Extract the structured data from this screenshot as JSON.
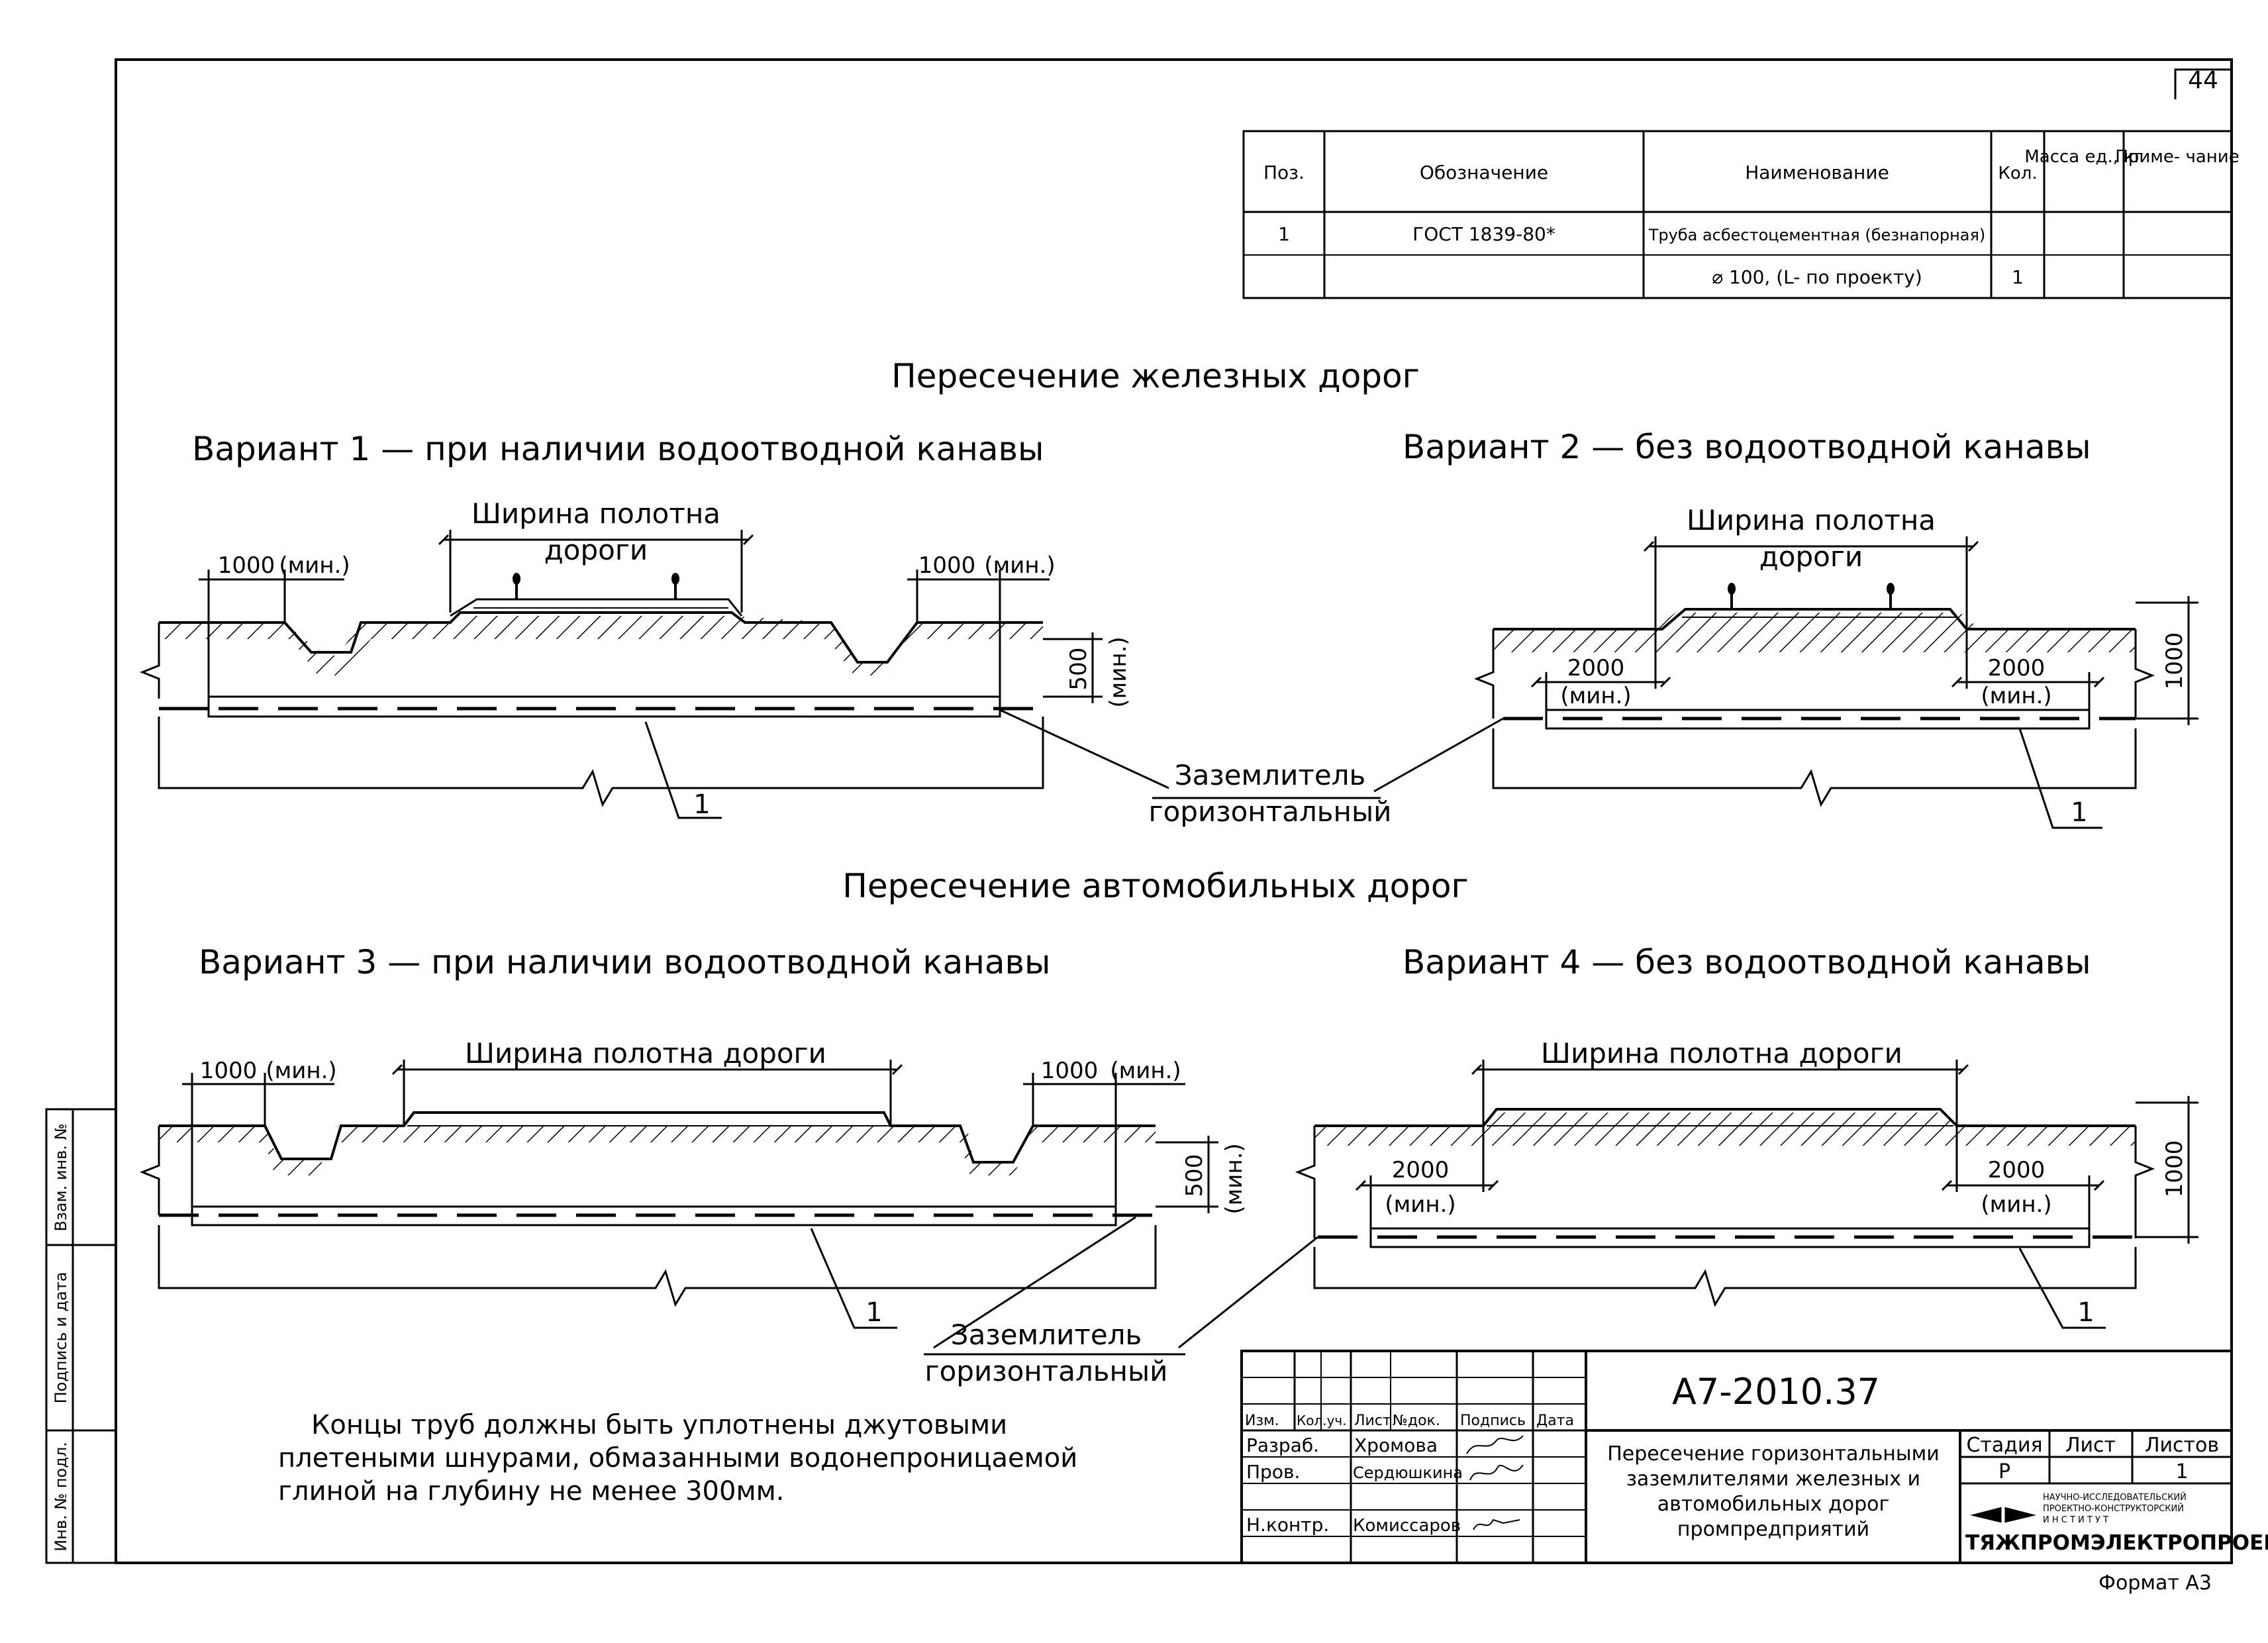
{
  "sheet_number": "44",
  "format": "Формат А3",
  "spec_table": {
    "headers": [
      "Поз.",
      "Обозначение",
      "Наименование",
      "Кол.",
      "Масса ед., кг",
      "Приме- чание"
    ],
    "rows": [
      [
        "1",
        "ГОСТ 1839-80*",
        "Труба асбестоцементная (безнапорная)",
        "",
        "",
        ""
      ],
      [
        "",
        "",
        "⌀ 100, (L- по проекту)",
        "1",
        "",
        ""
      ]
    ]
  },
  "section_rail": "Пересечение железных дорог",
  "section_road": "Пересечение автомобильных дорог",
  "v1": {
    "title": "Вариант 1 — при наличии водоотводной канавы",
    "width_label_1": "Ширина полотна",
    "width_label_2": "дороги",
    "dim_left": "1000",
    "dim_left_min": "(мин.)",
    "dim_right": "1000",
    "dim_right_min": "(мин.)",
    "dim_depth": "500",
    "dim_depth_min": "(мин.)",
    "callout": "1"
  },
  "v2": {
    "title": "Вариант 2 — без водоотводной канавы",
    "width_label_1": "Ширина полотна",
    "width_label_2": "дороги",
    "dim_left": "2000",
    "dim_left_min": "(мин.)",
    "dim_right": "2000",
    "dim_right_min": "(мин.)",
    "dim_depth": "1000",
    "callout": "1"
  },
  "grounding_1": "Заземлитель",
  "grounding_2": "горизонтальный",
  "v3": {
    "title": "Вариант 3 — при наличии водоотводной канавы",
    "width_label": "Ширина полотна дороги",
    "dim_left": "1000",
    "dim_left_min": "(мин.)",
    "dim_right": "1000",
    "dim_right_min": "(мин.)",
    "dim_depth": "500",
    "dim_depth_min": "(мин.)",
    "callout": "1"
  },
  "v4": {
    "title": "Вариант 4 — без водоотводной канавы",
    "width_label": "Ширина полотна дороги",
    "dim_left": "2000",
    "dim_left_min": "(мин.)",
    "dim_right": "2000",
    "dim_right_min": "(мин.)",
    "dim_depth": "1000",
    "callout": "1"
  },
  "note": [
    "Концы труб должны быть уплотнены джутовыми",
    "плетеными шнурами, обмазанными водонепроницаемой",
    "глиной на глубину не менее 300мм."
  ],
  "side_stamp": [
    "Взам. инв. №",
    "Подпись и дата",
    "Инв. № подл."
  ],
  "title_block": {
    "code": "А7-2010.37",
    "col_headers": [
      "Изм.",
      "Кол.уч.",
      "Лист",
      "№док.",
      "Подпись",
      "Дата"
    ],
    "people": [
      {
        "role": "Разраб.",
        "name": "Хромова"
      },
      {
        "role": "Пров.",
        "name": "Сердюшкина"
      },
      {
        "role": "",
        "name": ""
      },
      {
        "role": "Н.контр.",
        "name": "Комиссаров"
      }
    ],
    "drawing_title": [
      "Пересечение горизонтальными",
      "заземлителями железных и",
      "автомобильных дорог",
      "промпредприятий"
    ],
    "stage_headers": [
      "Стадия",
      "Лист",
      "Листов"
    ],
    "stage_values": [
      "Р",
      "",
      "1"
    ],
    "org_small_1": "НАУЧНО-ИССЛЕДОВАТЕЛЬСКИЙ",
    "org_small_2": "ПРОЕКТНО-КОНСТРУКТОРСКИЙ",
    "org_small_3": "И Н С Т И Т У Т",
    "org_name": "ТЯЖПРОМЭЛЕКТРОПРОЕКТ"
  }
}
